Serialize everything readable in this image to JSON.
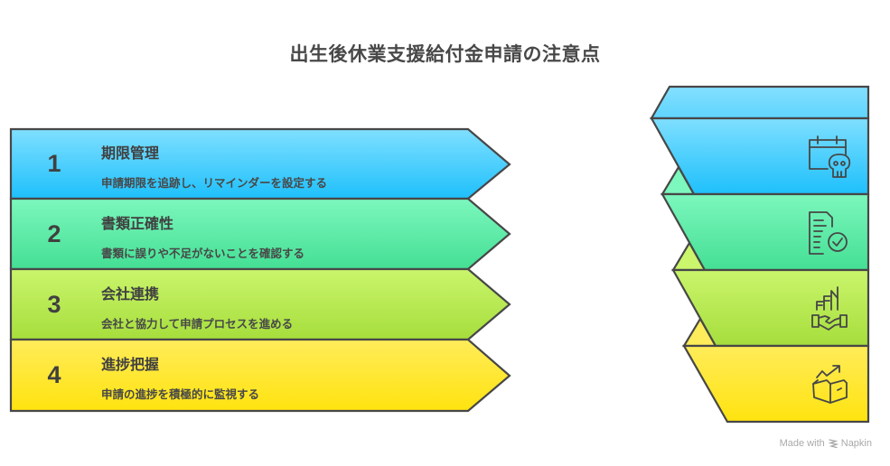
{
  "title": "出生後休業支援給付金申請の注意点",
  "rows": [
    {
      "number": "1",
      "title": "期限管理",
      "description": "申請期限を追跡し、リマインダーを設定する",
      "icon": "calendar-skull-icon",
      "color_top": "#7fdfff",
      "color_bottom": "#1ec0fb"
    },
    {
      "number": "2",
      "title": "書類正確性",
      "description": "書類に誤りや不足がないことを確認する",
      "icon": "document-check-icon",
      "color_top": "#7cf7bd",
      "color_bottom": "#44df94"
    },
    {
      "number": "3",
      "title": "会社連携",
      "description": "会社と協力して申請プロセスを進める",
      "icon": "building-handshake-icon",
      "color_top": "#caf56c",
      "color_bottom": "#a6de3c"
    },
    {
      "number": "4",
      "title": "進捗把握",
      "description": "申請の進捗を積極的に監視する",
      "icon": "box-trend-up-icon",
      "color_top": "#ffec5a",
      "color_bottom": "#ffe30f"
    }
  ],
  "watermark": {
    "prefix": "Made with",
    "brand": "Napkin"
  },
  "stroke_color": "#474747"
}
